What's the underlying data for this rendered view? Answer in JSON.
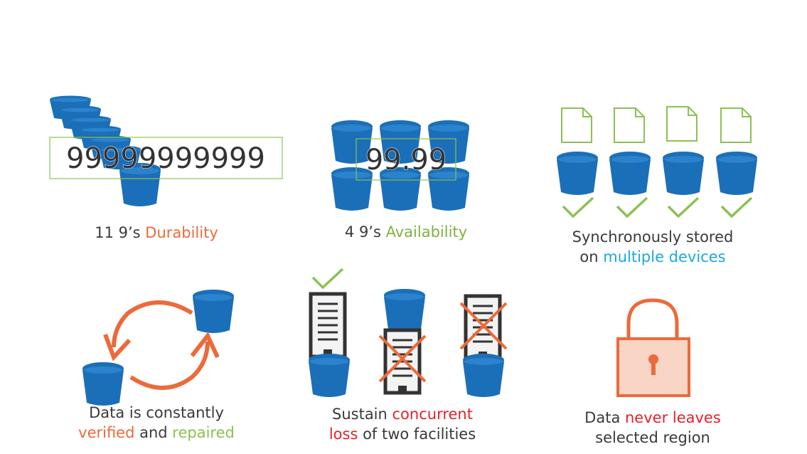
{
  "durability": {
    "number": "99999999999",
    "caption_prefix": "11 9’s ",
    "caption_highlight": "Durability"
  },
  "availability": {
    "number": "99.99",
    "caption_prefix": "4 9’s ",
    "caption_highlight": "Availability"
  },
  "sync": {
    "line1": "Synchronously stored",
    "line2_prefix": "on ",
    "line2_highlight": "multiple devices"
  },
  "verify": {
    "line1": "Data is constantly",
    "word1": "verified",
    "connector": " and ",
    "word2": "repaired"
  },
  "sustain": {
    "line1_prefix": "Sustain ",
    "line1_highlight": "concurrent",
    "line2_highlight": "loss",
    "line2_suffix": " of two facilities"
  },
  "region": {
    "line1_prefix": "Data ",
    "line1_highlight": "never leaves",
    "line2": "selected region"
  },
  "colors": {
    "bucket": "#1b6fb8",
    "bucket_rim": "#1a5fa0",
    "orange": "#ec6a3a",
    "green": "#7fb241",
    "blue": "#1aa9e0",
    "red": "#e8202a",
    "outline_green": "#8cc152"
  },
  "icons": [
    "bucket-icon",
    "document-icon",
    "checkmark-icon",
    "building-icon",
    "cross-icon",
    "padlock-icon",
    "cycle-arrows-icon"
  ]
}
